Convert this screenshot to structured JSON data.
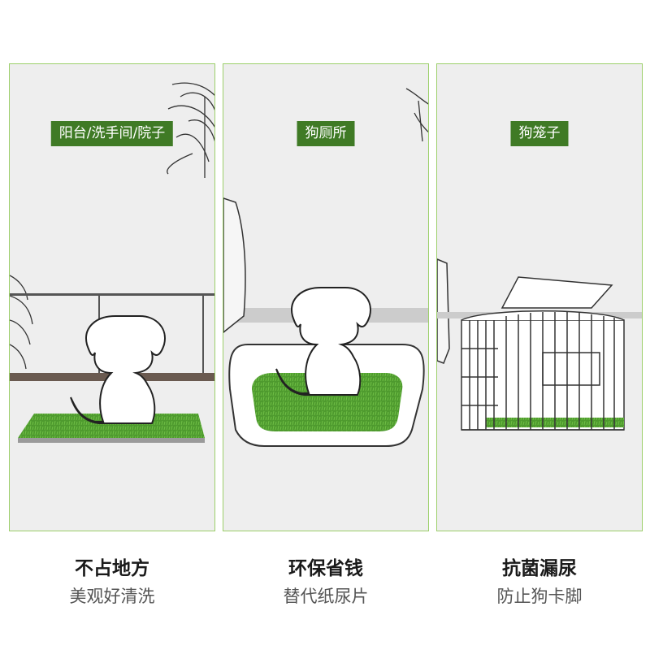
{
  "colors": {
    "tag_bg": "#3f7a25",
    "panel_border": "#9ccf6a",
    "panel_bg": "#eeeeee",
    "grass": "#4e9a2e"
  },
  "panels": [
    {
      "tag": "阳台/洗手间/院子",
      "title": "不占地方",
      "subtitle": "美观好清洗"
    },
    {
      "tag": "狗厕所",
      "title": "环保省钱",
      "subtitle": "替代纸尿片"
    },
    {
      "tag": "狗笼子",
      "title": "抗菌漏尿",
      "subtitle": "防止狗卡脚"
    }
  ],
  "icons": [
    "dog-silhouette-icon",
    "plant-icon",
    "grass-mat-icon",
    "litter-tray-icon",
    "dog-cage-icon"
  ]
}
